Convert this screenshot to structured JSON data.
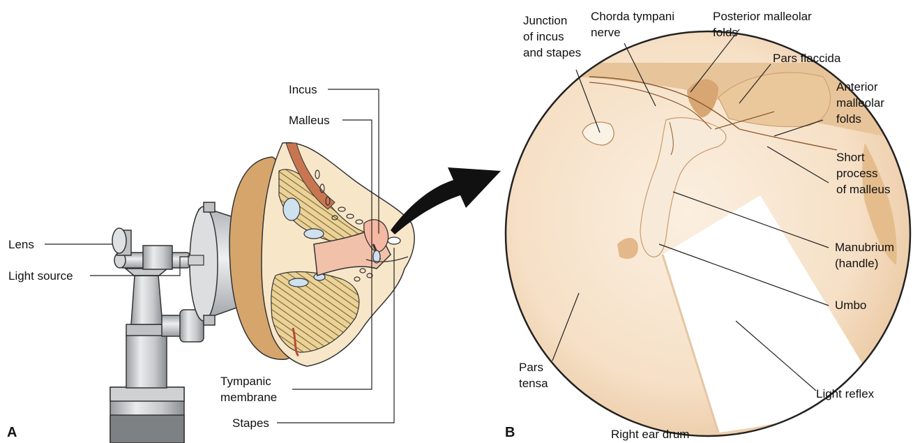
{
  "panels": {
    "a": "A",
    "b": "B"
  },
  "caption": "Right ear drum",
  "labels_a": {
    "lens": "Lens",
    "light_source": "Light source",
    "incus": "Incus",
    "malleus": "Malleus",
    "tympanic": [
      "Tympanic",
      "membrane"
    ],
    "stapes": "Stapes"
  },
  "labels_b": {
    "junction": [
      "Junction",
      "of incus",
      "and stapes"
    ],
    "chorda": [
      "Chorda tympani",
      "nerve"
    ],
    "posterior": [
      "Posterior malleolar",
      "folds"
    ],
    "pars_flaccida": "Pars flaccida",
    "anterior": [
      "Anterior",
      "malleolar",
      "folds"
    ],
    "short_process": [
      "Short",
      "process",
      "of malleus"
    ],
    "manubrium": [
      "Manubrium",
      "(handle)"
    ],
    "umbo": "Umbo",
    "pars_tensa": [
      "Pars",
      "tensa"
    ],
    "light_reflex": "Light reflex"
  },
  "colors": {
    "skin": "#f6e1c8",
    "skin_dark": "#d7a26a",
    "canal": "#f2c4b0",
    "drum": "#f7e4cd",
    "drum_shade": "#d9a878",
    "metal": "#c9cbcd",
    "metal_dark": "#8e9194"
  }
}
